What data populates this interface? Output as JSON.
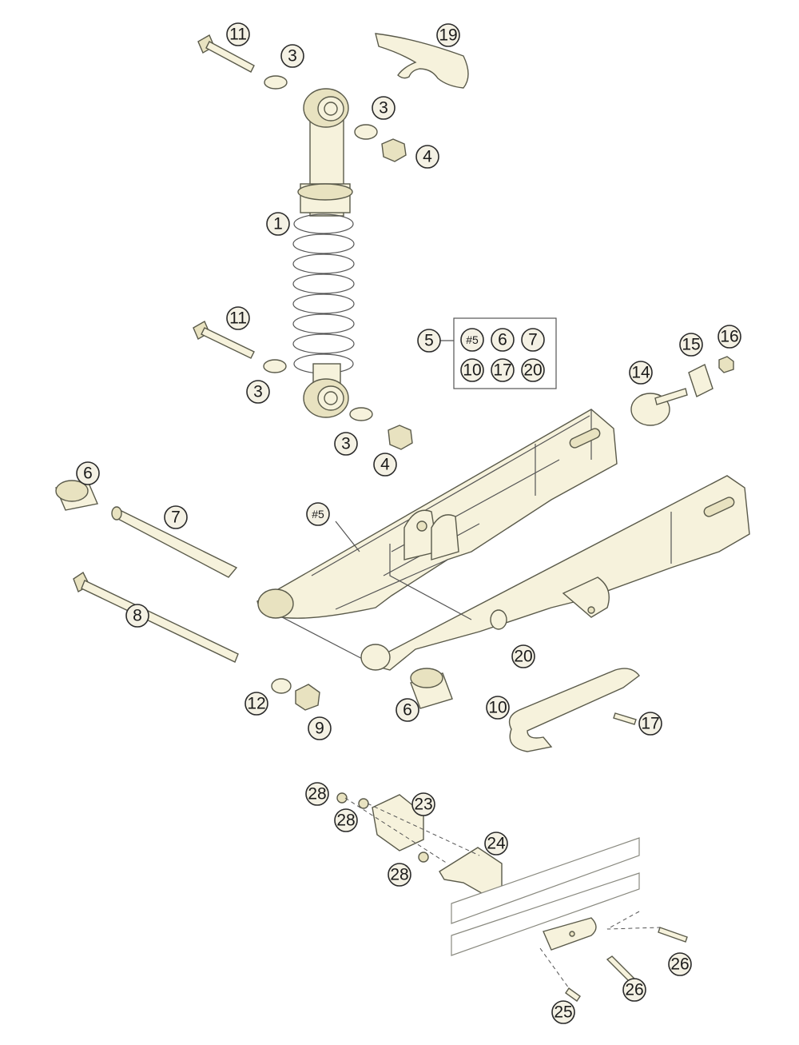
{
  "callouts": {
    "c11a": "11",
    "c3a": "3",
    "c19": "19",
    "c3b": "3",
    "c4a": "4",
    "c1": "1",
    "c11b": "11",
    "c3c": "3",
    "c3d": "3",
    "c4b": "4",
    "c5": "5",
    "kit5": "#5",
    "kit6": "6",
    "kit7": "7",
    "kit10": "10",
    "kit17": "17",
    "kit20": "20",
    "c15": "15",
    "c16": "16",
    "c14": "14",
    "c6a": "6",
    "c7": "7",
    "c8": "8",
    "c5ref": "#5",
    "c20": "20",
    "c12": "12",
    "c9": "9",
    "c6b": "6",
    "c10": "10",
    "c17": "17",
    "c28a": "28",
    "c28b": "28",
    "c23": "23",
    "c24": "24",
    "c28c": "28",
    "c26a": "26",
    "c26b": "26",
    "c25": "25"
  }
}
